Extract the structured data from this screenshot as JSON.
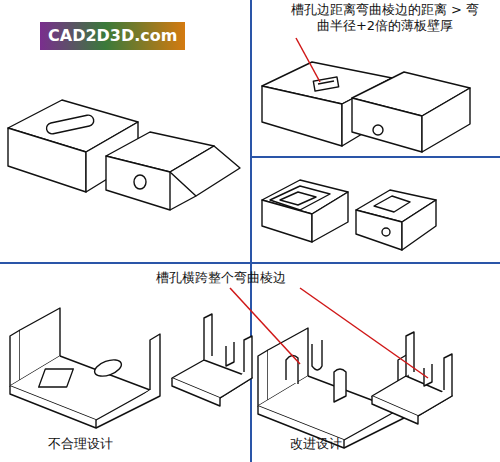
{
  "diagram": {
    "labels": [
      "CAD2D3D.com",
      "槽孔边距离弯曲棱边的距离 > 弯曲半径+2倍的薄板壁厚",
      "槽孔横跨整个弯曲棱边",
      "不合理设计",
      "改进设计"
    ]
  }
}
